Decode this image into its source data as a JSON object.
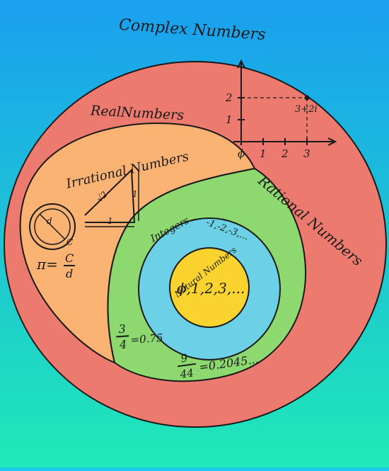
{
  "colors": {
    "background_top": "#1a9ff0",
    "background_bottom": "#20e8b8",
    "complex": "#ec7a6e",
    "real_irrational": "#fbb374",
    "rational": "#8ed870",
    "integers": "#6cd0e6",
    "natural": "#fbd32e",
    "outline": "#1a1a1a"
  },
  "sets": {
    "complex": "Complex Numbers",
    "real": "RealNumbers",
    "irrational": "Irrational Numbers",
    "rational": "Rational Numbers",
    "integers": "Integers",
    "natural": "Natural Numbers"
  },
  "examples": {
    "natural": "ϕ,1,2,3,...",
    "negatives": "-1,-2,-3,...",
    "fraction1_num": "3",
    "fraction1_den": "4",
    "fraction1_value": "=0.75",
    "fraction2_num": "9",
    "fraction2_den": "44",
    "fraction2_value": "=0.2045...",
    "pi_lhs": "π=",
    "pi_num": "C",
    "pi_den": "d",
    "circle_label": "d",
    "circle_c_label": "C",
    "triangle_hyp": "√2",
    "triangle_side": "1",
    "triangle_base": "1"
  },
  "complex_plane": {
    "x_ticks": [
      "ϕ",
      "1",
      "2",
      "3"
    ],
    "y_ticks": [
      "1",
      "2"
    ],
    "point_label": "3+2i",
    "point": [
      3,
      2
    ]
  }
}
